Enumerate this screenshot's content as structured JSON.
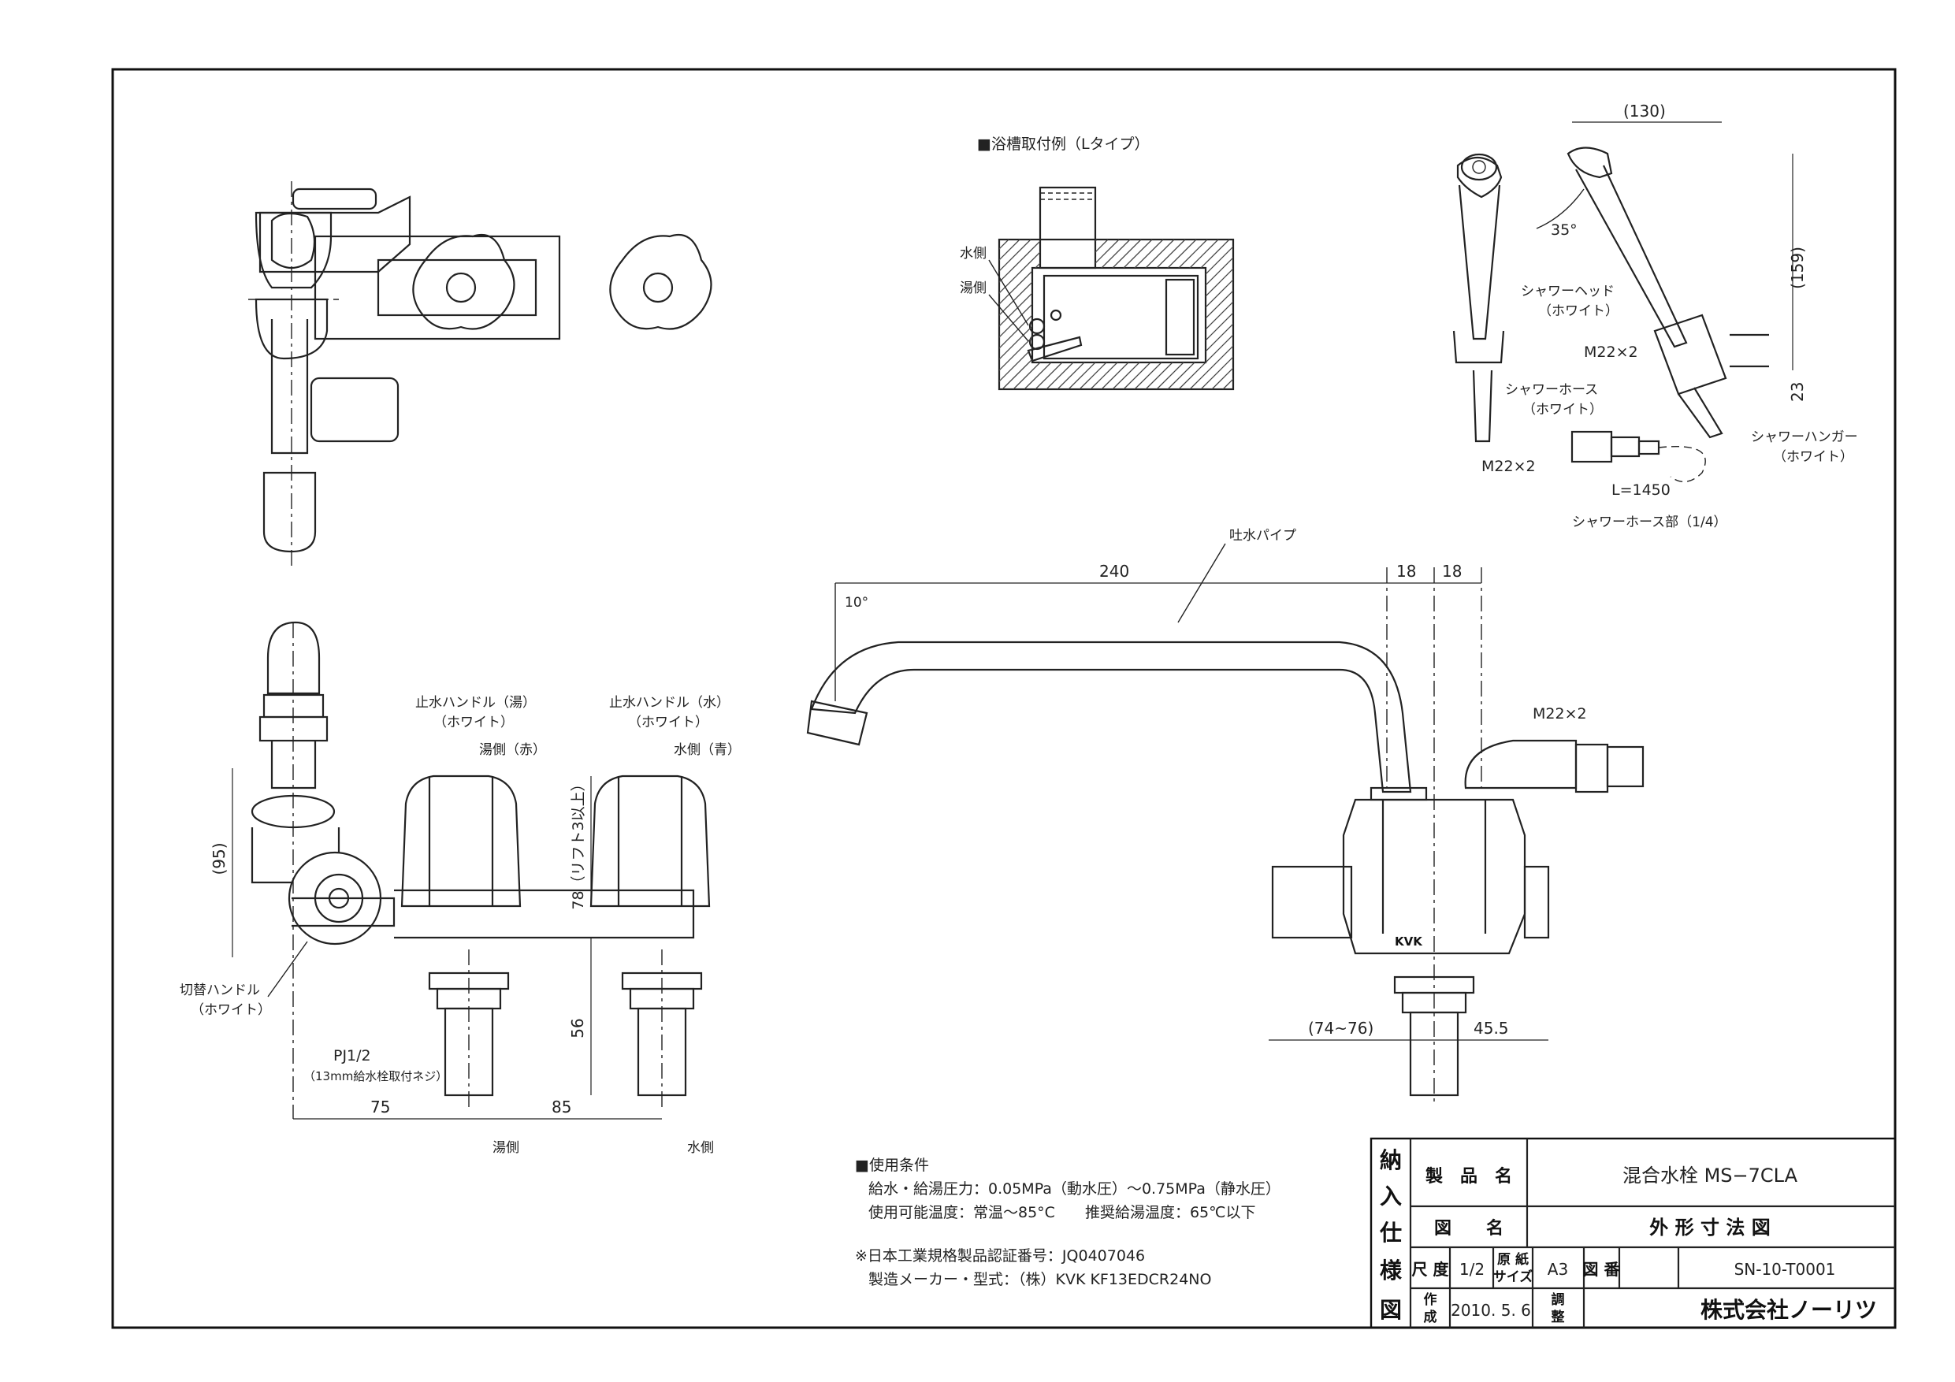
{
  "top_view_section": {
    "title": "■浴槽取付例（Lタイプ）",
    "label_water": "水側",
    "label_hot": "湯側"
  },
  "shower_section": {
    "dim_130": "(130)",
    "dim_159": "(159)",
    "dim_23": "23",
    "angle": "35°",
    "head_label": "シャワーヘッド",
    "head_color": "（ホワイト）",
    "hanger_thread": "M22×2",
    "hose_label": "シャワーホース",
    "hose_color": "（ホワイト）",
    "hose_thread": "M22×2",
    "hanger_label": "シャワーハンガー",
    "hanger_color": "（ホワイト）",
    "hose_length": "L=1450",
    "caption": "シャワーホース部（1/4）"
  },
  "front_view": {
    "handle_hot": "止水ハンドル（湯）",
    "handle_hot_color": "（ホワイト）",
    "hot_mark": "湯側（赤）",
    "handle_cold": "止水ハンドル（水）",
    "handle_cold_color": "（ホワイト）",
    "cold_mark": "水側（青）",
    "dim_95": "(95)",
    "dim_78": "78（リフト3以上）",
    "dim_56": "56",
    "switch_handle": "切替ハンドル",
    "switch_handle_color": "（ホワイト）",
    "thread": "PJ1/2",
    "thread_note": "（13mm給水栓取付ネジ）",
    "dim_75": "75",
    "dim_85": "85",
    "hot_side": "湯側",
    "cold_side": "水側"
  },
  "side_view": {
    "spout_label": "吐水パイプ",
    "dim_240": "240",
    "dim_18a": "18",
    "dim_18b": "18",
    "angle_10": "10°",
    "thread": "M22×2",
    "dim_74_76": "(74~76)",
    "dim_45_5": "45.5",
    "brand_mark": "KVK"
  },
  "conditions": {
    "title": "■使用条件",
    "line1": "給水・給湯圧力：0.05MPa（動水圧）～0.75MPa（静水圧）",
    "line2": "使用可能温度：常温～85°C　　推奨給湯温度：65℃以下",
    "cert": "※日本工業規格製品認証番号：JQ0407046",
    "maker": "製造メーカー・型式：（株）KVK KF13EDCR24NO"
  },
  "title_block": {
    "vertical_label": [
      "納",
      "入",
      "仕",
      "様",
      "図"
    ],
    "product_name_label": "製　品　名",
    "product_name_value": "混合水栓 MS−7CLA",
    "drawing_name_label": "図　　名",
    "drawing_name_value": "外 形 寸 法 図",
    "scale_label": "尺 度",
    "scale_value": "1/2",
    "paper_label_1": "原 紙",
    "paper_label_2": "サイズ",
    "paper_value": "A3",
    "drawing_no_label": "図 番",
    "drawing_no_value": "SN-10-T0001",
    "made_label_1": "作",
    "made_label_2": "成",
    "made_date": "2010. 5. 6",
    "adjust_label_1": "調",
    "adjust_label_2": "整",
    "company": "株式会社ノーリツ"
  }
}
